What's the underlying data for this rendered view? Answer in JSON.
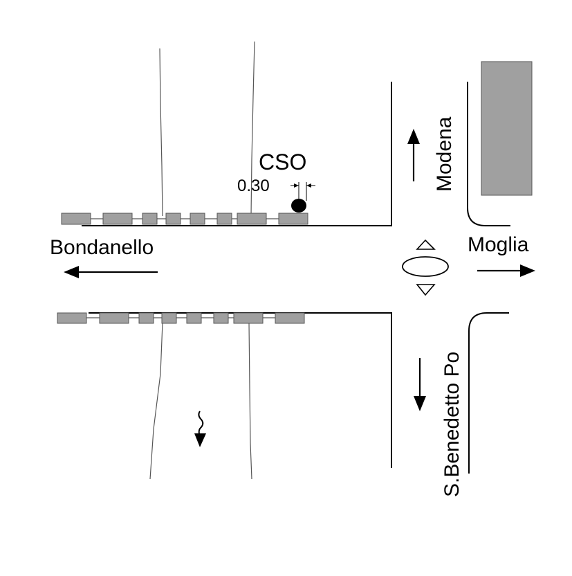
{
  "labels": {
    "cso": "CSO",
    "distance": "0.30",
    "west": "Bondanello",
    "east": "Moglia",
    "north": "Modena",
    "south": "S.Benedetto Po"
  },
  "colors": {
    "building": "#a0a0a0",
    "line": "#000000"
  }
}
